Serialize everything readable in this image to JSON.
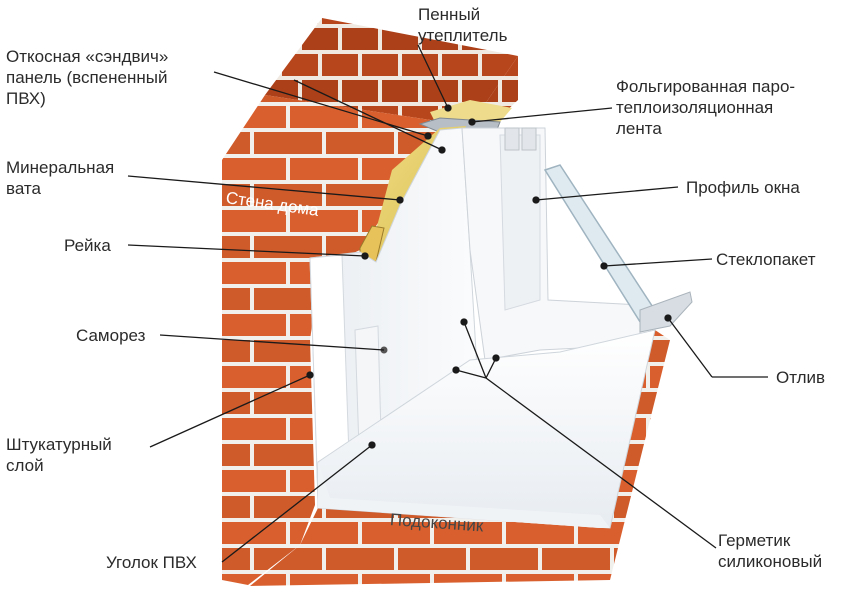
{
  "labels": {
    "foam_insulation": "Пенный\nутеплитель",
    "sandwich_panel": "Откосная «сэндвич»\nпанель (вспененный\nПВХ)",
    "mineral_wool": "Минеральная\nвата",
    "batten": "Рейка",
    "screw": "Саморез",
    "plaster": "Штукатурный\nслой",
    "pvc_corner": "Уголок ПВХ",
    "foil_tape": "Фольгированная паро-\nтеплоизоляционная\nлента",
    "window_profile": "Профиль окна",
    "glass_unit": "Стеклопакет",
    "drip_sill": "Отлив",
    "silicone_sealant": "Герметик\nсиликоновый",
    "house_wall": "Стена дома",
    "windowsill": "Подоконник"
  },
  "colors": {
    "brick": "#d9602e",
    "mortar": "#f2f0ec",
    "panel": "#f3f5f7",
    "wool": "#e6cf6a",
    "leader": "#1a1a1a"
  }
}
